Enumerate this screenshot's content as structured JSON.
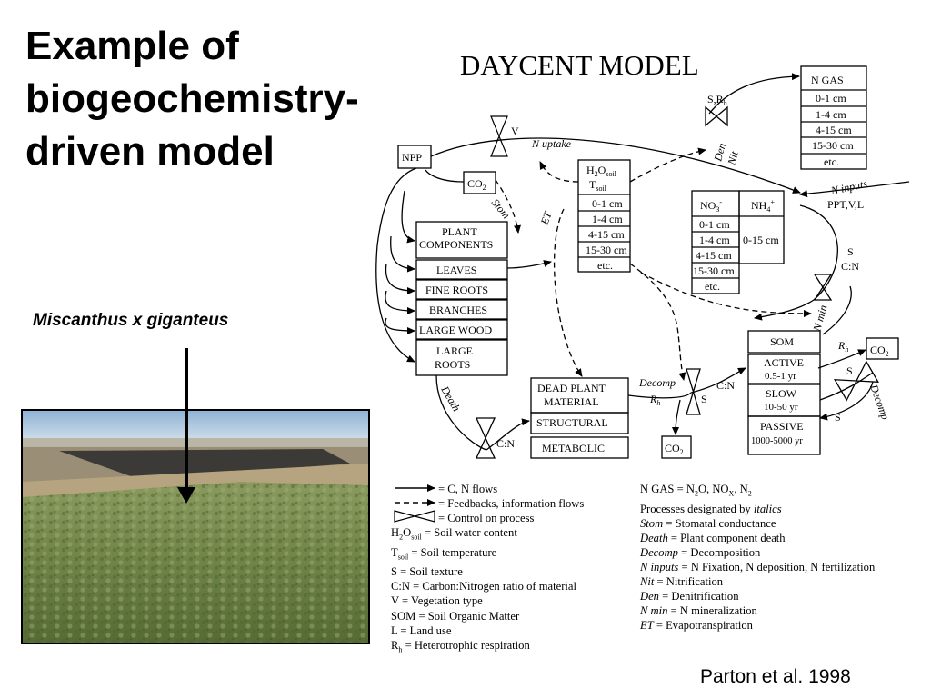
{
  "slide": {
    "title": "Example of\nbiogeochemistry-\ndriven model",
    "species": "Miscanthus x giganteus",
    "citation": "Parton et al. 1998"
  },
  "diagram": {
    "title": "DAYCENT MODEL",
    "n_gas": {
      "header": "N GAS",
      "layers": [
        "0-1 cm",
        "1-4 cm",
        "4-15 cm",
        "15-30 cm",
        "etc."
      ]
    },
    "npp": "NPP",
    "co2": "CO",
    "co2_sub": "2",
    "plant_components": {
      "header_line1": "PLANT",
      "header_line2": "COMPONENTS",
      "parts": [
        "LEAVES",
        "FINE ROOTS",
        "BRANCHES",
        "LARGE WOOD"
      ],
      "large_roots_line1": "LARGE",
      "large_roots_line2": "ROOTS"
    },
    "h2o_soil": {
      "h2o": "H",
      "h2o_2": "2",
      "h2o_o": "O",
      "soil_sub": "soil",
      "t": "T",
      "layers": [
        "0-1 cm",
        "1-4 cm",
        "4-15 cm",
        "15-30 cm",
        "etc."
      ]
    },
    "no3": {
      "label": "NO",
      "sub": "3",
      "sup": "-",
      "layers": [
        "0-1 cm",
        "1-4 cm",
        "4-15 cm",
        "15-30 cm",
        "etc."
      ]
    },
    "nh4": {
      "label": "NH",
      "sub": "4",
      "sup": "+",
      "layer": "0-15 cm"
    },
    "ppt": "PPT,V,L",
    "dead_plant": {
      "line1": "DEAD PLANT",
      "line2": "MATERIAL",
      "structural": "STRUCTURAL",
      "metabolic": "METABOLIC"
    },
    "som": {
      "header": "SOM",
      "active": "ACTIVE",
      "active_t": "0.5-1 yr",
      "slow": "SLOW",
      "slow_t": "10-50 yr",
      "passive": "PASSIVE",
      "passive_t": "1000-5000 yr"
    },
    "labels": {
      "v": "V",
      "n_uptake": "N uptake",
      "s_rh_s": "S,R",
      "s_rh_h": "h",
      "den": "Den",
      "nit": "Nit",
      "n_inputs": "N inputs",
      "stom": "Stom",
      "et": "ET",
      "s": "S",
      "cn": "C:N",
      "n_min": "N min",
      "rh": "R",
      "rh_sub": "h",
      "decomp": "Decomp",
      "death": "Death"
    }
  },
  "legend_left": [
    "= C, N flows",
    "= Feedbacks, information flows",
    "= Control on process",
    "= Soil water content",
    "= Soil temperature",
    "S = Soil texture",
    "C:N = Carbon:Nitrogen ratio of material",
    "V = Vegetation type",
    "SOM = Soil Organic Matter",
    "L = Land use",
    "= Heterotrophic respiration"
  ],
  "legend_right": {
    "ngas": "N GAS = N",
    "ngas_sub": "2",
    "ngas_o": "O, NO",
    "ngas_x": "X",
    "ngas_n2": ", N",
    "ngas_2": "2",
    "processes": "Processes designated by",
    "italics": "italics",
    "items": [
      {
        "term": "Stom",
        "def": " = Stomatal conductance"
      },
      {
        "term": "Death",
        "def": " = Plant component death"
      },
      {
        "term": "Decomp",
        "def": " = Decomposition"
      },
      {
        "term": "N inputs",
        "def": " = N Fixation, N deposition, N fertilization"
      },
      {
        "term": "Nit",
        "def": " = Nitrification"
      },
      {
        "term": "Den",
        "def": " = Denitrification"
      },
      {
        "term": "N min",
        "def": " = N mineralization"
      },
      {
        "term": "ET",
        "def": " = Evapotranspiration"
      }
    ]
  }
}
